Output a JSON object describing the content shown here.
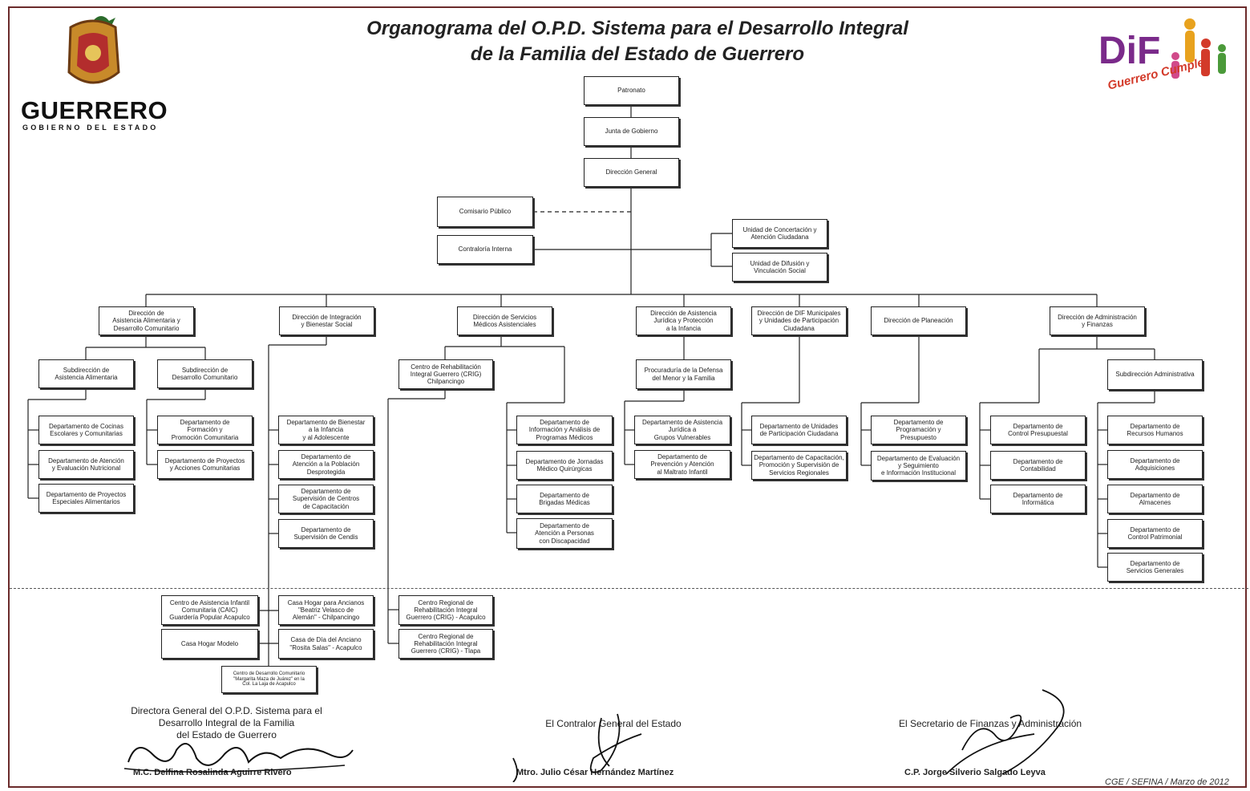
{
  "header": {
    "title_line1": "Organograma del O.P.D. Sistema para el Desarrollo Integral",
    "title_line2": "de la Familia del Estado de Guerrero",
    "logo_left_name": "GUERRERO",
    "logo_left_sub": "GOBIERNO DEL ESTADO",
    "logo_right_name": "DiF",
    "logo_right_sub": "Guerrero Cumple"
  },
  "chart": {
    "patronato": "Patronato",
    "junta": "Junta de Gobierno",
    "direccion_general": "Dirección General",
    "comisario": "Comisario Público",
    "contraloria": "Contraloría Interna",
    "unidad_concertacion": "Unidad de Concertación y\nAtención Ciudadana",
    "unidad_difusion": "Unidad de Difusión y\nVinculación Social",
    "dir_alimentaria": "Dirección de\nAsistencia Alimentaria y\nDesarrollo Comunitario",
    "dir_integracion": "Dirección de Integración\ny Bienestar Social",
    "dir_medicos": "Dirección de Servicios\nMédicos Asistenciales",
    "dir_juridica": "Dirección de Asistencia\nJurídica y Protección\na la Infancia",
    "dir_municipales": "Dirección de DIF Municipales\ny Unidades de Participación\nCiudadana",
    "dir_planeacion": "Dirección de Planeación",
    "dir_administracion": "Dirección de Administración\ny Finanzas",
    "sub_alimentaria": "Subdirección de\nAsistencia Alimentaria",
    "sub_comunitario": "Subdirección de\nDesarrollo Comunitario",
    "crig": "Centro de Rehabilitación\nIntegral Guerrero (CRIG)\nChilpancingo",
    "procuraduria": "Procuraduría de la Defensa\ndel Menor y la Familia",
    "sub_administrativa": "Subdirección Administrativa",
    "dep_cocinas": "Departamento de Cocinas\nEscolares y Comunitarias",
    "dep_nutricional": "Departamento de Atención\ny Evaluación Nutricional",
    "dep_proy_alimentarios": "Departamento de Proyectos\nEspeciales Alimentarios",
    "dep_formacion": "Departamento de\nFormación y\nPromoción Comunitaria",
    "dep_proy_comunitarias": "Departamento de Proyectos\ny Acciones Comunitarias",
    "dep_bienestar": "Departamento de Bienestar\na la Infancia\ny al Adolescente",
    "dep_desprotegida": "Departamento de\nAtención a la Población\nDesprotegida",
    "dep_capacitacion": "Departamento de\nSupervisión de Centros\nde Capacitación",
    "dep_cendis": "Departamento de\nSupervisión de Cendis",
    "dep_info_medica": "Departamento de\nInformación y Análisis de\nProgramas Médicos",
    "dep_jornadas": "Departamento de Jornadas\nMédico Quirúrgicas",
    "dep_brigadas": "Departamento de\nBrigadas Médicas",
    "dep_discapacidad": "Departamento de\nAtención a Personas\ncon Discapacidad",
    "dep_vulnerables": "Departamento de Asistencia\nJurídica a\nGrupos Vulnerables",
    "dep_maltrato": "Departamento de\nPrevención y Atención\nal Maltrato Infantil",
    "dep_unidades": "Departamento de Unidades\nde Participación Ciudadana",
    "dep_regionales": "Departamento de Capacitación,\nPromoción y Supervisión de\nServicios Regionales",
    "dep_programacion": "Departamento de\nProgramación y\nPresupuesto",
    "dep_evaluacion": "Departamento de Evaluación\ny Seguimiento\ne Información Institucional",
    "dep_control_pres": "Departamento de\nControl Presupuestal",
    "dep_contabilidad": "Departamento de\nContabilidad",
    "dep_informatica": "Departamento de\nInformática",
    "dep_rh": "Departamento de\nRecursos Humanos",
    "dep_adquisiciones": "Departamento de\nAdquisiciones",
    "dep_almacenes": "Departamento de\nAlmacenes",
    "dep_patrimonial": "Departamento de\nControl Patrimonial",
    "dep_servicios": "Departamento de\nServicios Generales",
    "caic": "Centro de Asistencia Infantil\nComunitaria (CAIC)\nGuardería Popular Acapulco",
    "casa_modelo": "Casa Hogar Modelo",
    "casa_ancianos": "Casa Hogar para Ancianos\n\"Beatriz Velasco de\nAlemán\" - Chilpancingo",
    "casa_dia": "Casa de Día del Anciano\n\"Rosita Salas\" - Acapulco",
    "centro_desarrollo": "Centro de Desarrollo Comunitario\n\"Margarita Maza de Juárez\" en la\nCol. La Laja de Acapulco",
    "crig_acapulco": "Centro Regional de\nRehabilitación Integral\nGuerrero (CRIG) - Acapulco",
    "crig_tlapa": "Centro Regional de\nRehabilitación Integral\nGuerrero (CRIG) - Tlapa"
  },
  "signatures": {
    "dir_title": "Directora General del O.P.D. Sistema para el\nDesarrollo Integral de la Familia\ndel Estado de Guerrero",
    "dir_name": "M.C. Delfina Rosalinda Aguirre Rivero",
    "contralor_title": "El Contralor General del Estado",
    "contralor_name": "Mtro. Julio César Hernández Martínez",
    "secretario_title": "El Secretario de Finanzas y Administración",
    "secretario_name": "C.P. Jorge Silverio Salgado Leyva",
    "footer_ref": "CGE / SEFINA / Marzo de 2012"
  }
}
